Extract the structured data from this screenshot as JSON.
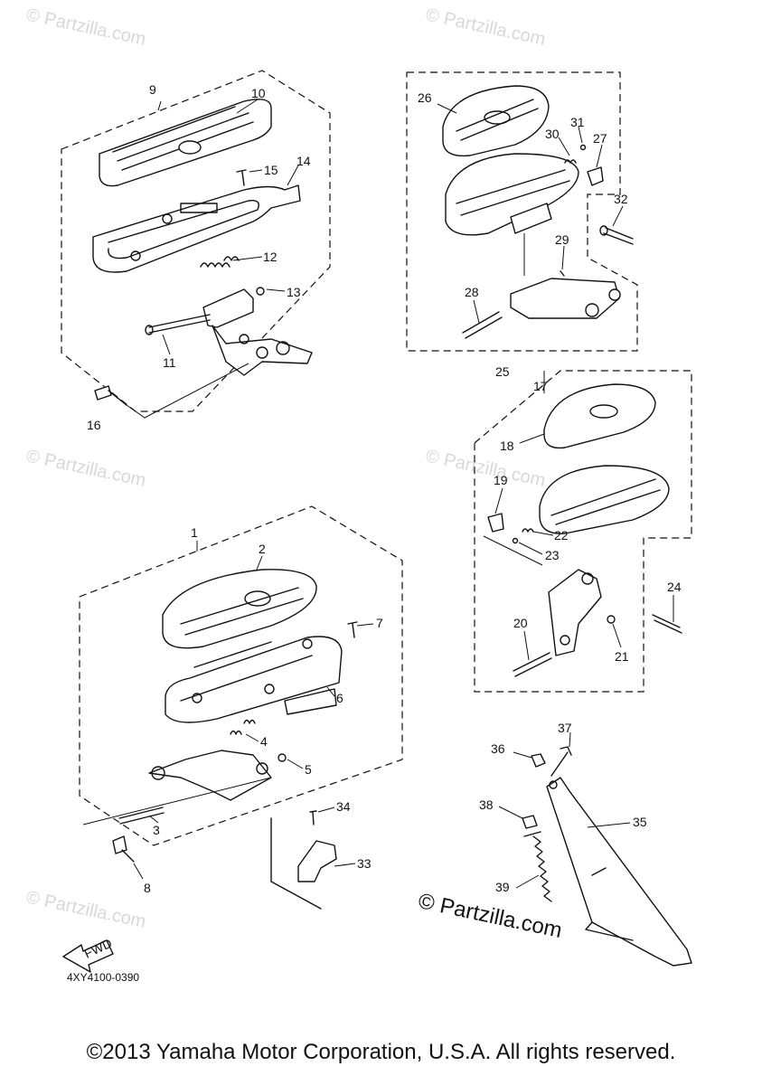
{
  "watermarks": [
    "© Partzilla.com",
    "© Partzilla.com",
    "© Partzilla.com",
    "© Partzilla.com",
    "© Partzilla.com",
    "© Partzilla.com"
  ],
  "callouts": {
    "c1": "1",
    "c2": "2",
    "c3": "3",
    "c4": "4",
    "c5": "5",
    "c6": "6",
    "c7": "7",
    "c8": "8",
    "c9": "9",
    "c10": "10",
    "c11": "11",
    "c12": "12",
    "c13": "13",
    "c14": "14",
    "c15": "15",
    "c16": "16",
    "c17": "17",
    "c18": "18",
    "c19": "19",
    "c20": "20",
    "c21": "21",
    "c22": "22",
    "c23": "23",
    "c24": "24",
    "c25": "25",
    "c26": "26",
    "c27": "27",
    "c28": "28",
    "c29": "29",
    "c30": "30",
    "c31": "31",
    "c32": "32",
    "c33": "33",
    "c34": "34",
    "c35": "35",
    "c36": "36",
    "c37": "37",
    "c38": "38",
    "c39": "39"
  },
  "fwd_label": "FWD",
  "diagram_code": "4XY4100-0390",
  "brand_watermark": "© Partzilla.com",
  "copyright": "©2013 Yamaha Motor Corporation, U.S.A. All rights reserved."
}
